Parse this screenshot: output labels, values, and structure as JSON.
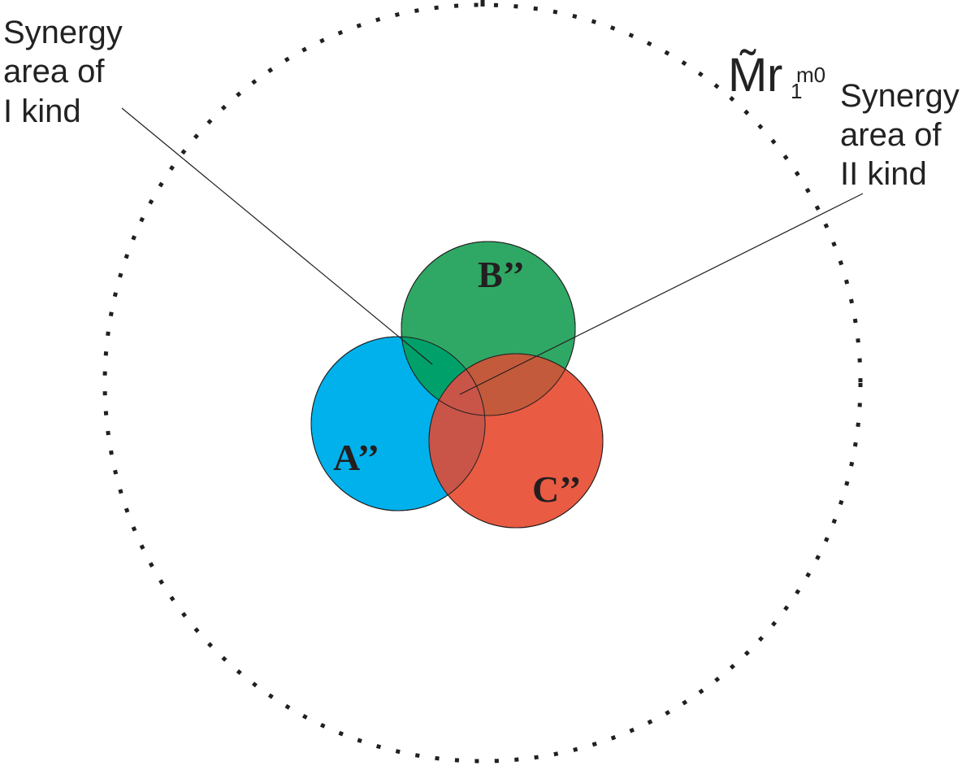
{
  "region": {
    "symbol": "M̃",
    "base": "r",
    "subscript": "1",
    "superscript": "m0"
  },
  "sets": [
    {
      "id": "a",
      "label": "A’’",
      "color": "#00b1eb"
    },
    {
      "id": "b",
      "label": "B’’",
      "color": "#30a865"
    },
    {
      "id": "c",
      "label": "C’’",
      "color": "#ea5b43"
    }
  ],
  "callouts": {
    "kind1": {
      "lines": [
        "Synergy",
        "area of",
        "I kind"
      ]
    },
    "kind2": {
      "lines": [
        "Synergy",
        "area of",
        "II kind"
      ]
    }
  },
  "colors": {
    "overlap_ab": "#00a06a",
    "overlap_ac": "#c85548",
    "overlap_bc": "#c35a3b",
    "outline": "#231f20",
    "boundary_dots": "#231f20"
  }
}
